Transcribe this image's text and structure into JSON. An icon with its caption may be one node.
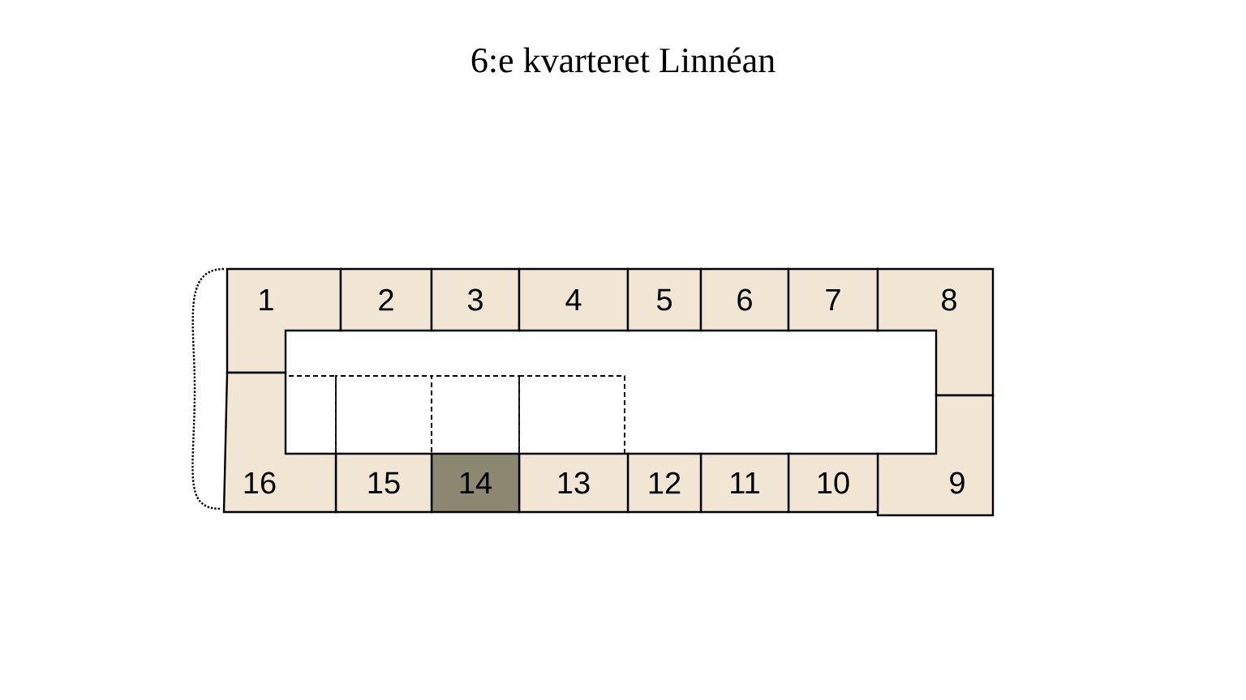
{
  "diagram": {
    "title": "6:e kvarteret Linnéan",
    "nodes": [
      {
        "text": [
          "1"
        ]
      },
      {
        "text": [
          "2"
        ]
      },
      {
        "text": [
          "3"
        ]
      },
      {
        "text": [
          "4"
        ]
      },
      {
        "text": [
          "5"
        ]
      },
      {
        "text": [
          "6"
        ]
      },
      {
        "text": [
          "7"
        ]
      },
      {
        "text": [
          "8"
        ]
      },
      {
        "text": [
          "9"
        ]
      },
      {
        "text": [
          "10"
        ]
      },
      {
        "text": [
          "11"
        ]
      },
      {
        "text": [
          "12"
        ]
      },
      {
        "text": [
          "13"
        ]
      },
      {
        "text": [
          "14"
        ]
      },
      {
        "text": [
          "15"
        ]
      },
      {
        "text": [
          "16"
        ]
      },
      {
        "text": [],
        "shape": "box"
      },
      {
        "text": [],
        "shape": "box"
      },
      {
        "text": [],
        "shape": "box"
      },
      {
        "text": [],
        "shape": "box"
      }
    ]
  }
}
